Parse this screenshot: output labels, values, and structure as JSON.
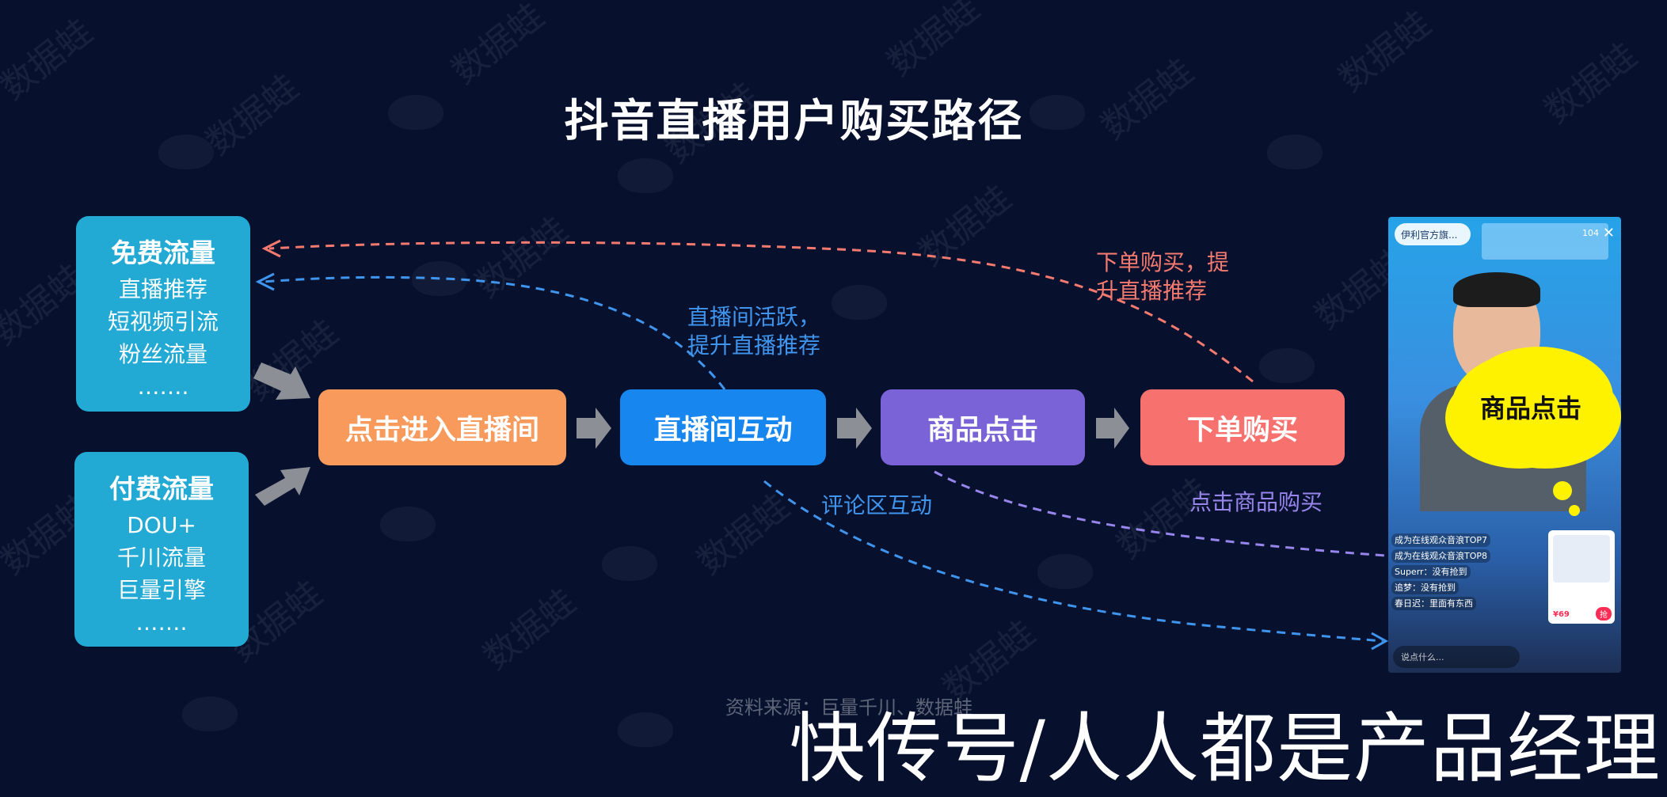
{
  "title": "抖音直播用户购买路径",
  "free_traffic": {
    "heading": "免费流量",
    "items": [
      "直播推荐",
      "短视频引流",
      "粉丝流量",
      "……."
    ]
  },
  "paid_traffic": {
    "heading": "付费流量",
    "items": [
      "DOU+",
      "千川流量",
      "巨量引擎",
      "……."
    ]
  },
  "steps": [
    "点击进入直播间",
    "直播间互动",
    "商品点击",
    "下单购买"
  ],
  "annotations": {
    "live_active": "直播间活跃，\n提升直播推荐",
    "order_boost": "下单购买，提\n升直播推荐",
    "comment_interaction": "评论区互动",
    "click_purchase": "点击商品购买"
  },
  "phone": {
    "shop_name": "伊利官方旗...",
    "viewer_count": "104",
    "bubble_label": "商品点击",
    "comments": [
      "成为在线观众音浪TOP7",
      "成为在线观众音浪TOP8",
      "Superr：没有抢到",
      "追梦：没有抢到",
      "春日迟：里面有东西"
    ],
    "price": "¥69",
    "buy": "抢",
    "input_placeholder": "说点什么..."
  },
  "watermark": "数据蛙",
  "source_note": "资料来源：巨量千川、数据蛙",
  "brand": "快传号/人人都是产品经理",
  "colors": {
    "background": "#07112e",
    "traffic_box": "#22a9d4",
    "step_1": "#f79a5c",
    "step_2": "#1886ef",
    "step_3": "#7a63d7",
    "step_4": "#f7716e",
    "arrow_blue": "#3f95ee",
    "arrow_red": "#f4796f",
    "arrow_purple": "#9785ec",
    "gray_arrow": "#8c8f96"
  }
}
